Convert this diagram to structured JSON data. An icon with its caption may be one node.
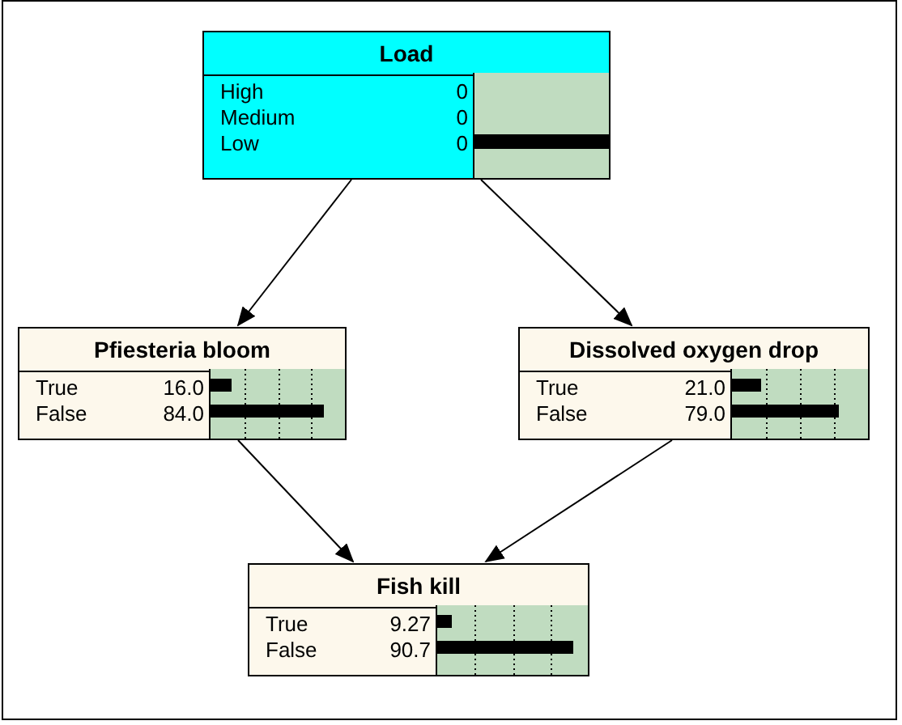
{
  "diagram": {
    "nodes": [
      {
        "text": [
          "Load",
          "High",
          "0",
          "Medium",
          "0",
          "Low",
          "0"
        ]
      },
      {
        "text": [
          "Pfiesteria bloom",
          "True",
          "16.0",
          "False",
          "84.0"
        ]
      },
      {
        "text": [
          "Dissolved oxygen drop",
          "True",
          "21.0",
          "False",
          "79.0"
        ]
      },
      {
        "text": [
          "Fish kill",
          "True",
          "9.27",
          "False",
          "90.7"
        ]
      }
    ],
    "edges": [
      {
        "from": 0,
        "to": 1,
        "arrow": "to"
      },
      {
        "from": 0,
        "to": 2,
        "arrow": "to"
      },
      {
        "from": 1,
        "to": 3,
        "arrow": "to"
      },
      {
        "from": 2,
        "to": 3,
        "arrow": "to"
      }
    ]
  }
}
